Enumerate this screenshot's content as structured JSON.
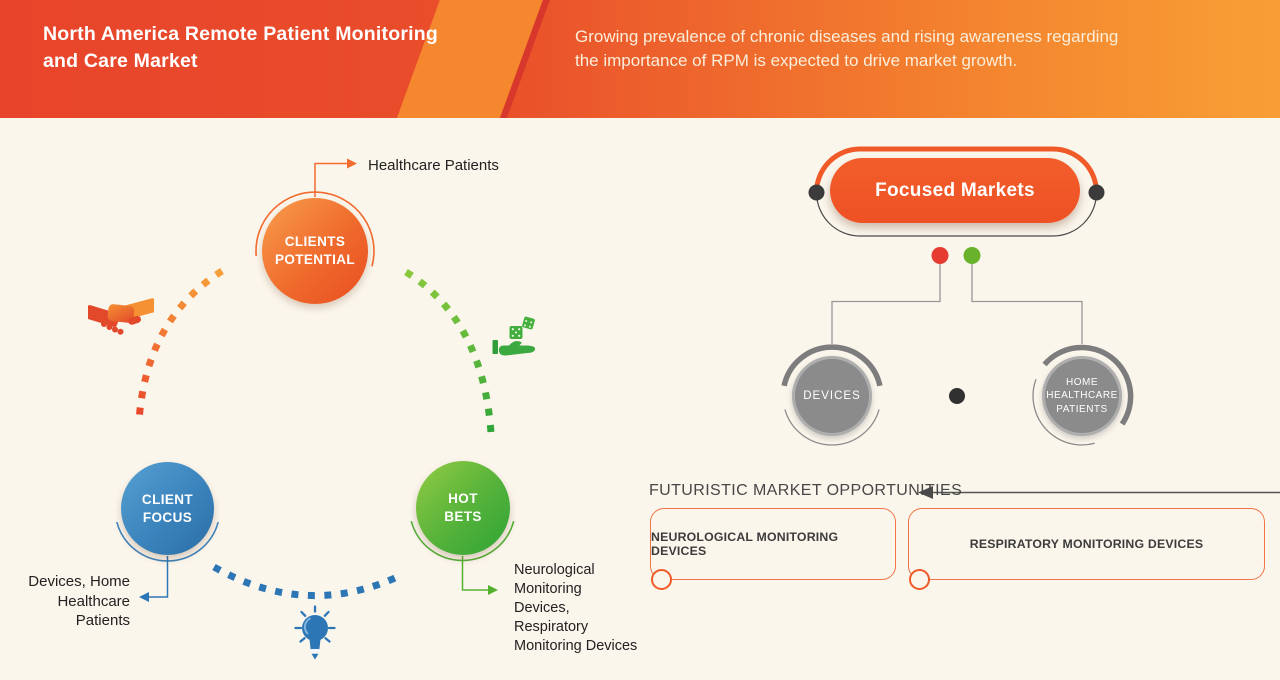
{
  "header": {
    "title": "North America Remote Patient Monitoring and Care Market",
    "description": "Growing prevalence of chronic diseases and rising awareness regarding the importance of RPM is expected to drive market growth."
  },
  "strategy_wheel": {
    "clients_potential": {
      "label": "CLIENTS POTENTIAL",
      "callout": "Healthcare Patients"
    },
    "client_focus": {
      "label": "CLIENT FOCUS",
      "callout": "Devices, Home Healthcare Patients"
    },
    "hot_bets": {
      "label": "HOT BETS",
      "callout": "Neurological Monitoring Devices, Respiratory Monitoring Devices"
    },
    "icons": [
      "handshake-icon",
      "dice-in-hand-icon",
      "lightbulb-icon"
    ]
  },
  "focused_markets": {
    "title": "Focused Markets",
    "nodes": [
      {
        "label": "DEVICES"
      },
      {
        "label": "HOME HEALTHCARE PATIENTS"
      }
    ]
  },
  "opportunities": {
    "heading": "FUTURISTIC MARKET OPPORTUNITIES",
    "items": [
      "NEUROLOGICAL MONITORING DEVICES",
      "RESPIRATORY MONITORING DEVICES"
    ]
  },
  "colors": {
    "header_gradient_start": "#e8442b",
    "header_gradient_end": "#f89f35",
    "orange": "#f05a28",
    "blue": "#3079b8",
    "green": "#3aa93f",
    "gray": "#8b8b8b",
    "background": "#fbf6ec",
    "red_dot": "#e63b30",
    "green_dot": "#68b22c"
  }
}
